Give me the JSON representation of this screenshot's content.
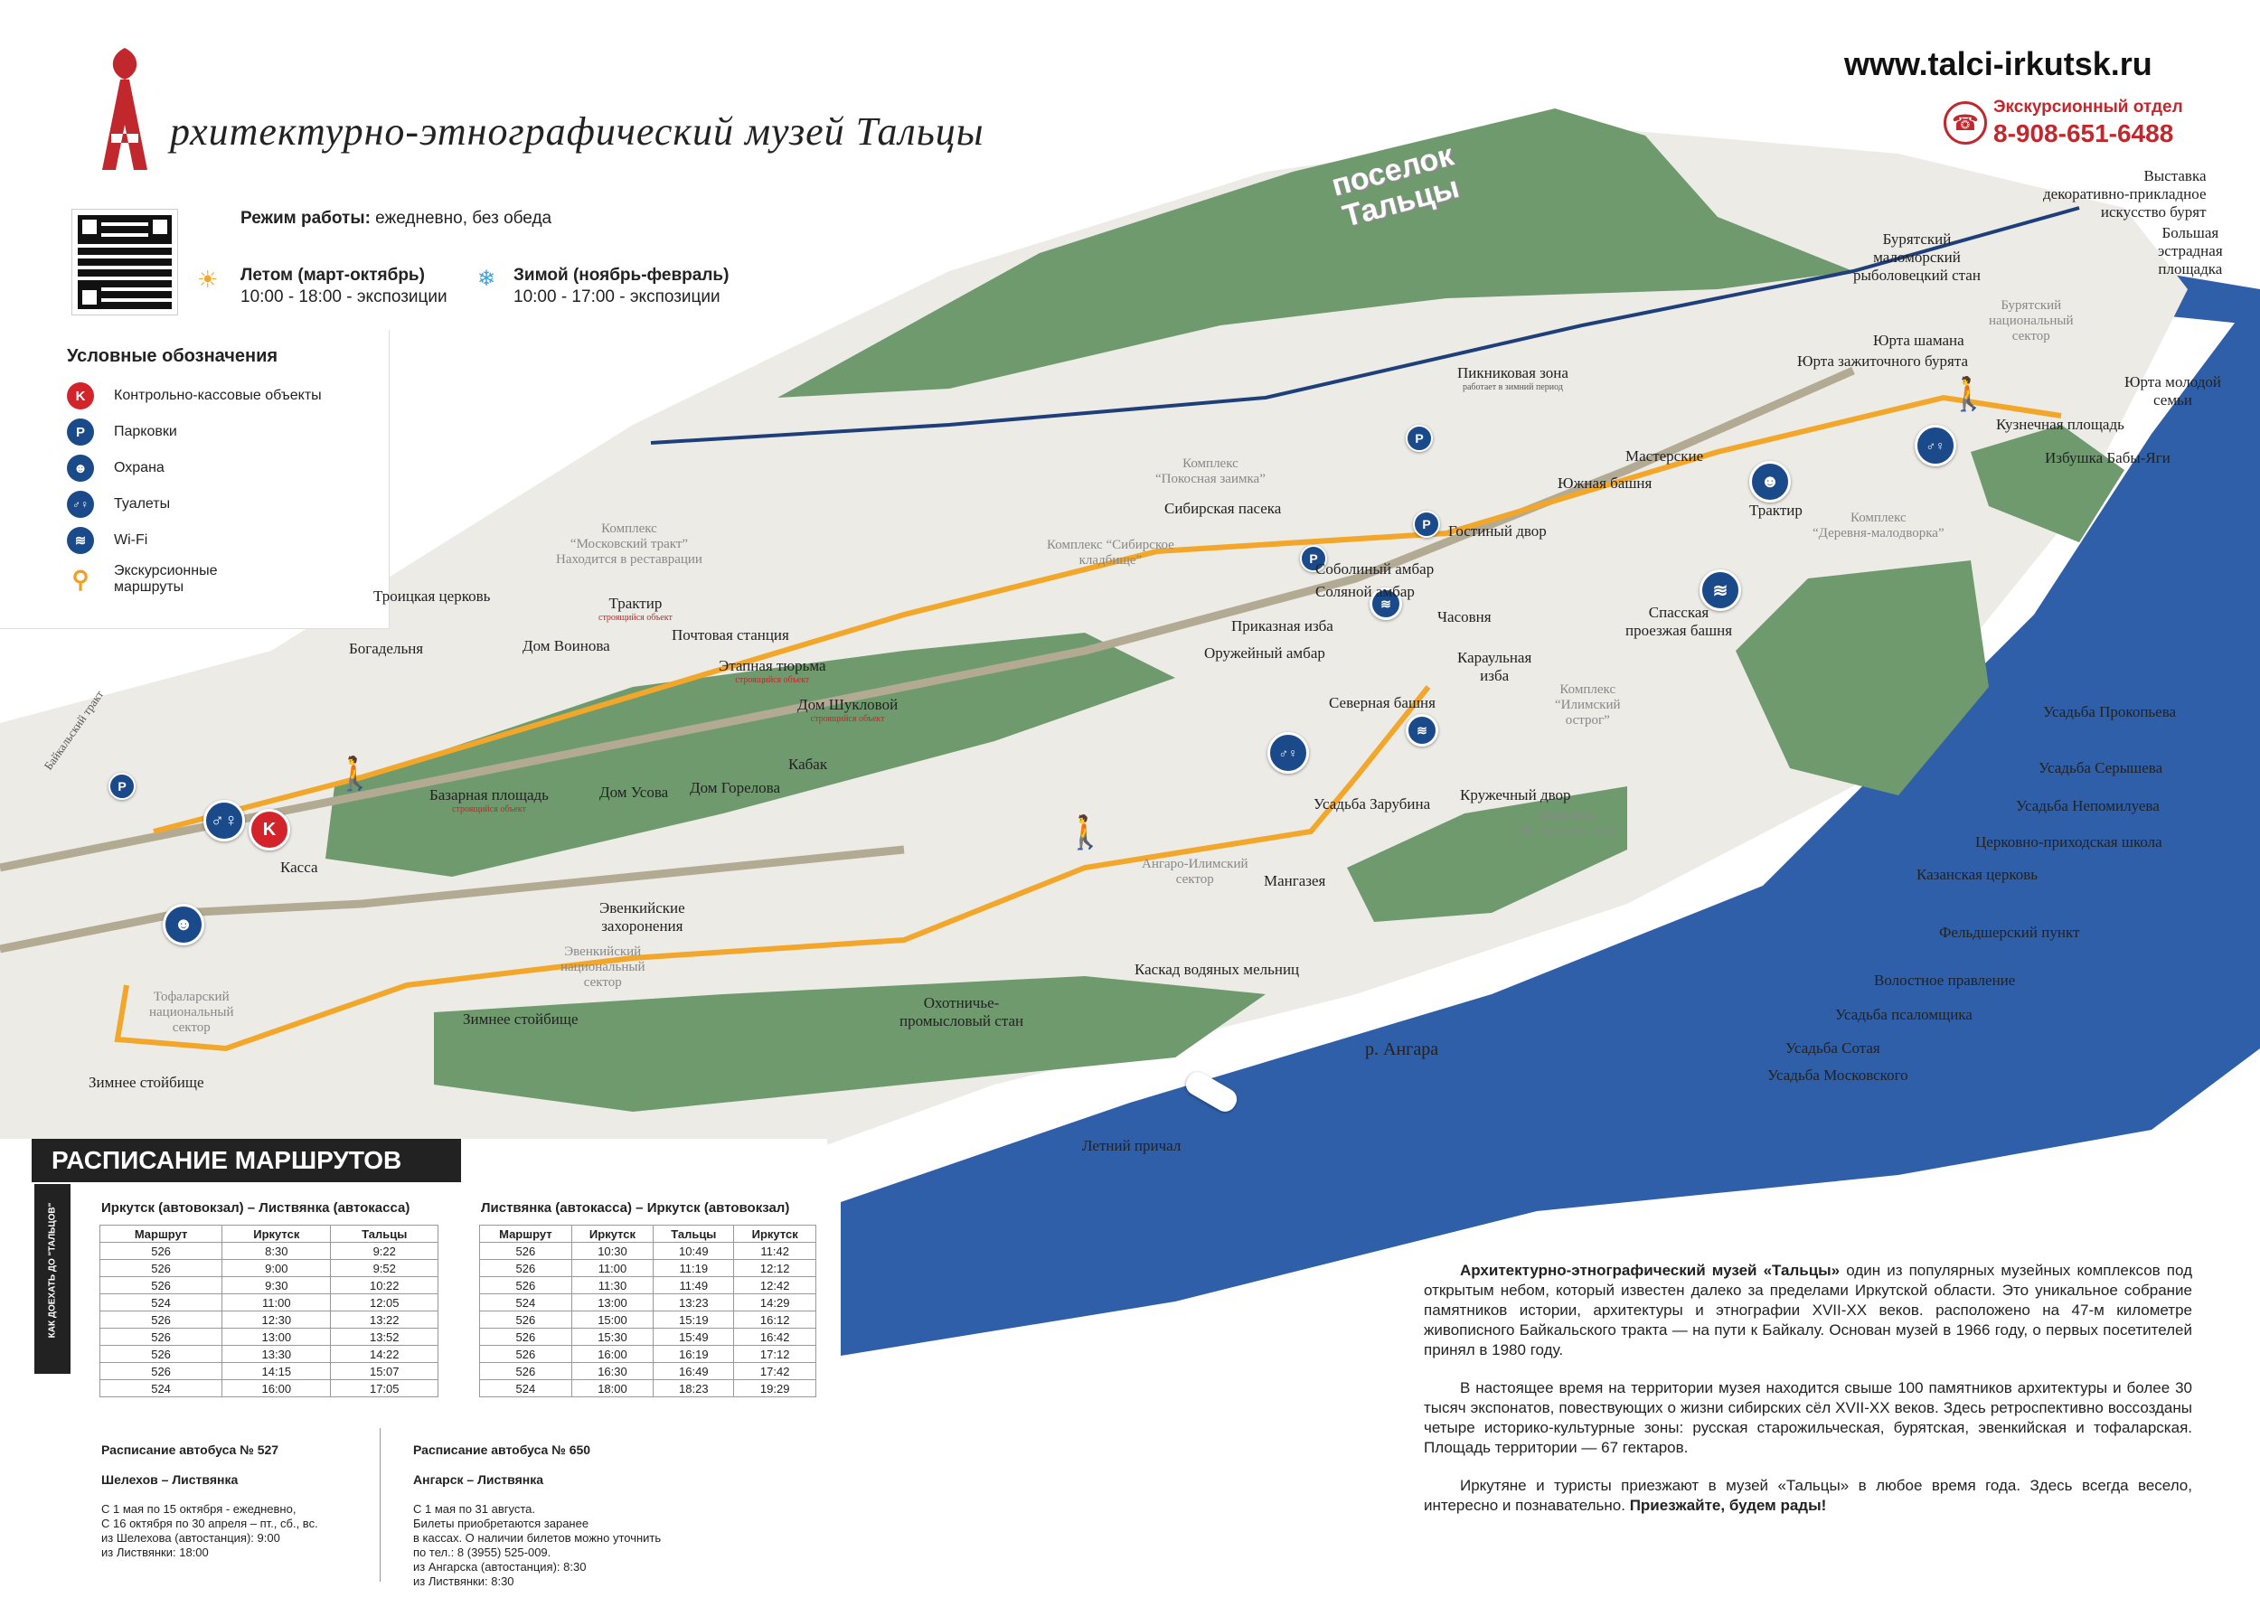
{
  "header": {
    "museum_name": "рхитектурно-этнографический музей Тальцы",
    "url": "www.talci-irkutsk.ru",
    "excursion_label": "Экскурсионный отдел",
    "phone": "8-908-651-6488",
    "village_sign": "поселок Тальцы"
  },
  "hours": {
    "title_bold": "Режим работы:",
    "title_rest": " ежедневно, без обеда",
    "summer_title": "Летом (март-октябрь)",
    "summer_value": "10:00 - 18:00 - экспозиции",
    "winter_title": "Зимой (ноябрь-февраль)",
    "winter_value": "10:00 - 17:00 - экспозиции"
  },
  "legend": {
    "title": "Условные обозначения",
    "items": [
      {
        "label": "Контрольно-кассовые объекты",
        "icon": "cashier-icon",
        "glyph": "K",
        "color": "#d3242b"
      },
      {
        "label": "Парковки",
        "icon": "parking-icon",
        "glyph": "P",
        "color": "#1a4a8a"
      },
      {
        "label": "Охрана",
        "icon": "security-icon",
        "glyph": "☻",
        "color": "#1a4a8a"
      },
      {
        "label": "Туалеты",
        "icon": "toilet-icon",
        "glyph": "♂♀",
        "color": "#1a4a8a"
      },
      {
        "label": "Wi-Fi",
        "icon": "wifi-icon",
        "glyph": "≋",
        "color": "#1a4a8a"
      },
      {
        "label": "Экскурсионные маршруты",
        "icon": "hiker-icon",
        "glyph": "🚶",
        "color": "#f0a020"
      }
    ]
  },
  "map_labels": {
    "baikal_tract": "Байкальский тракт",
    "kassa": "Касса",
    "bogadelnya": "Богадельня",
    "troitskaya": "Троицкая церковь",
    "dom_voinova": "Дом Воинова",
    "traktir1": "Трактир",
    "traktir1_sub": "строящийся объект",
    "pochtovaya": "Почтовая станция",
    "etapnaya": "Этапная тюрьма",
    "etapnaya_sub": "строящийся объект",
    "dom_shukolovoy": "Дом Шукловой",
    "dom_shukolovoy_sub": "строящийся объект",
    "kabak": "Кабак",
    "dom_gorelova": "Дом Горелова",
    "dom_usova": "Дом Усова",
    "bazarnaya": "Базарная площадь",
    "bazarnaya_sub": "строящийся объект",
    "evenk_zahor": "Эвенкийские\nзахоронения",
    "evenk_sector": "Эвенкийский\nнациональный\nсектор",
    "tofalar_sector": "Тофаларский\nнациональный\nсектор",
    "zimnee1": "Зимнее стойбище",
    "zimnee2": "Зимнее стойбище",
    "moscow_tract": "Комплекс\n“Московский тракт”\nНаходится в реставрации",
    "pokosnaya": "Комплекс\n“Покосная заимка”",
    "sib_paseka": "Сибирская пасека",
    "sib_kladbishe": "Комплекс “Сибирское\nкладбище”",
    "picnic": "Пикниковая зона",
    "picnic_sub": "работает в зимний период",
    "sobolinyi": "Соболиный амбар",
    "solyanoy": "Соляной амбар",
    "prikaznaya": "Приказная изба",
    "oruzheiny": "Оружейный амбар",
    "chasovnya": "Часовня",
    "karaulnaya": "Караульная\nизба",
    "severnaya": "Северная башня",
    "gostinyi": "Гостиный двор",
    "yuzhnaya": "Южная башня",
    "masterskie": "Мастерские",
    "spasskaya": "Спасская\nпроезжая башня",
    "ilimsk": "Комплекс\n“Илимский\nострог”",
    "traktir2": "Трактир",
    "derevnya": "Комплекс\n“Деревня-малодворка”",
    "usadba_zarubina": "Усадьба Зарубина",
    "kruzhechny": "Кружечный двор",
    "volostnoe": "Комплекс\n“Волостное село”",
    "mangazeya": "Мангазея",
    "angaro_ilim": "Ангаро-Илимский\nсектор",
    "kaskad": "Каскад водяных мельниц",
    "ohotnichye": "Охотничье-\nпромысловый стан",
    "letniy": "Летний причал",
    "angara": "р. Ангара",
    "buryat_rybolov": "Бурятский\nмаломорский\nрыболовецкий стан",
    "buryat_sector": "Бурятский\nнациональный\nсектор",
    "vystavka": "Выставка\nдекоративно-прикладное\nискусство бурят",
    "estrada": "Большая\nэстрадная\nплощадка",
    "yurta_shamana": "Юрта шамана",
    "yurta_zazh": "Юрта зажиточного бурята",
    "yurta_molod": "Юрта молодой\nсемьи",
    "kuznechnaya": "Кузнечная площадь",
    "izbushka": "Избушка Бабы-Яги",
    "right_list": [
      "Усадьба Прокопьева",
      "Усадьба Серышева",
      "Усадьба Непомилуева",
      "Церковно-приходская школа",
      "Казанская церковь",
      "Фельдшерский пункт",
      "Волостное правление",
      "Усадьба псаломщика",
      "Усадьба Сотая",
      "Усадьба Московского"
    ]
  },
  "schedule": {
    "title": "РАСПИСАНИЕ МАРШРУТОВ",
    "side_label": "КАК ДОЕХАТЬ ДО \"ТАЛЬЦОВ\"",
    "table1": {
      "title": "Иркутск (автовокзал) – Листвянка (автокасса)",
      "headers": [
        "Маршрут",
        "Иркутск",
        "Тальцы"
      ],
      "rows": [
        [
          "526",
          "8:30",
          "9:22"
        ],
        [
          "526",
          "9:00",
          "9:52"
        ],
        [
          "526",
          "9:30",
          "10:22"
        ],
        [
          "524",
          "11:00",
          "12:05"
        ],
        [
          "526",
          "12:30",
          "13:22"
        ],
        [
          "526",
          "13:00",
          "13:52"
        ],
        [
          "526",
          "13:30",
          "14:22"
        ],
        [
          "526",
          "14:15",
          "15:07"
        ],
        [
          "524",
          "16:00",
          "17:05"
        ]
      ]
    },
    "table2": {
      "title": "Листвянка (автокасса) – Иркутск (автовокзал)",
      "headers": [
        "Маршрут",
        "Иркутск",
        "Тальцы",
        "Иркутск"
      ],
      "rows": [
        [
          "526",
          "10:30",
          "10:49",
          "11:42"
        ],
        [
          "526",
          "11:00",
          "11:19",
          "12:12"
        ],
        [
          "526",
          "11:30",
          "11:49",
          "12:42"
        ],
        [
          "524",
          "13:00",
          "13:23",
          "14:29"
        ],
        [
          "526",
          "15:00",
          "15:19",
          "16:12"
        ],
        [
          "526",
          "15:30",
          "15:49",
          "16:42"
        ],
        [
          "526",
          "16:00",
          "16:19",
          "17:12"
        ],
        [
          "526",
          "16:30",
          "16:49",
          "17:42"
        ],
        [
          "524",
          "18:00",
          "18:23",
          "19:29"
        ]
      ]
    },
    "bus527": {
      "title": "Расписание автобуса № 527",
      "route": "Шелехов – Листвянка",
      "text": "С 1 мая по 15 октября - ежедневно,\nС 16 октября по 30 апреля – пт., сб., вс.\nиз Шелехова (автостанция): 9:00\nиз Листвянки: 18:00"
    },
    "bus650": {
      "title": "Расписание автобуса № 650",
      "route": "Ангарск – Листвянка",
      "text": "С 1 мая по 31 августа.\nБилеты приобретаются заранее\nв кассах. О наличии билетов можно уточнить\nпо тел.: 8 (3955) 525-009.\nиз Ангарска (автостанция): 8:30\nиз Листвянки: 8:30"
    }
  },
  "description": {
    "p1_bold": "Архитектурно-этнографический музей «Тальцы»",
    "p1": " один из популярных музейных комплексов под открытым небом, который известен далеко за пределами Иркутской области. Это уникальное собрание памятников истории, архитектуры и этнографии XVII-XX веков. расположено на 47-м километре живописного Байкальского тракта — на пути к Байкалу. Основан музей в 1966 году, о первых посетителей принял в 1980 году.",
    "p2": "В настоящее время на территории музея находится свыше 100 памятников архитектуры и более 30 тысяч экспонатов, повествующих о жизни сибирских сёл XVII-XX веков. Здесь ретроспективно воссозданы четыре историко-культурные зоны: русская старожильческая, бурятская, эвенкийская и тофаларская. Площадь территории — 67 гектаров.",
    "p3": "Иркутяне и туристы приезжают в музей «Тальцы» в любое время года. Здесь всегда весело, интересно и познавательно.",
    "p3_bold": " Приезжайте, будем рады!"
  }
}
